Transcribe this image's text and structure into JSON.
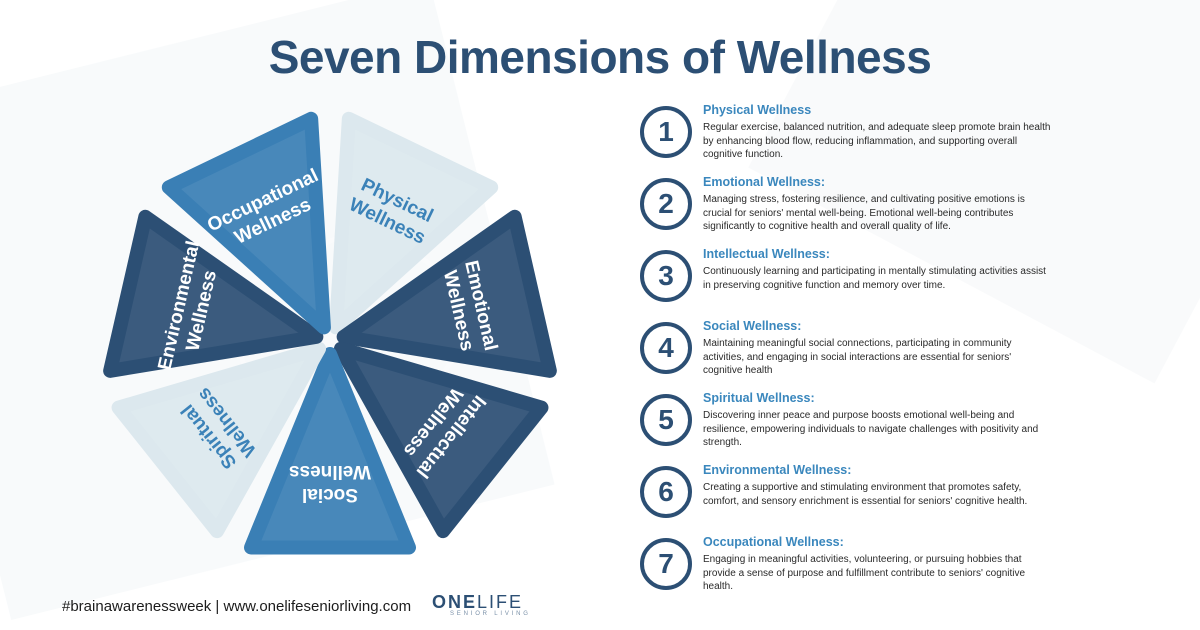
{
  "title": "Seven Dimensions of Wellness",
  "wheel": [
    {
      "line1": "Physical",
      "line2": "Wellness",
      "color": "#dce8ee",
      "text_color": "#3b82b8"
    },
    {
      "line1": "Emotional",
      "line2": "Wellness",
      "color": "#2c4f74",
      "text_color": "#ffffff"
    },
    {
      "line1": "Intellectual",
      "line2": "Wellness",
      "color": "#2c4f74",
      "text_color": "#ffffff"
    },
    {
      "line1": "Social",
      "line2": "Wellness",
      "color": "#3a7fb5",
      "text_color": "#ffffff"
    },
    {
      "line1": "Spiritual",
      "line2": "Wellness",
      "color": "#dce8ee",
      "text_color": "#3b82b8"
    },
    {
      "line1": "Environmental",
      "line2": "Wellness",
      "color": "#2c4f74",
      "text_color": "#ffffff"
    },
    {
      "line1": "Occupational",
      "line2": "Wellness",
      "color": "#3a7fb5",
      "text_color": "#ffffff"
    }
  ],
  "items": [
    {
      "number": "1",
      "title": "Physical Wellness",
      "description": "Regular exercise, balanced nutrition, and adequate sleep promote brain health by enhancing blood flow, reducing inflammation, and supporting overall cognitive function."
    },
    {
      "number": "2",
      "title": "Emotional Wellness:",
      "description": "Managing stress, fostering resilience, and cultivating positive emotions is crucial for seniors' mental well-being. Emotional well-being contributes significantly to cognitive health and overall quality of life."
    },
    {
      "number": "3",
      "title": "Intellectual Wellness:",
      "description": "Continuously learning and participating in mentally stimulating activities assist in preserving cognitive function and memory over time."
    },
    {
      "number": "4",
      "title": "Social Wellness:",
      "description": "Maintaining meaningful social connections, participating in community activities, and engaging in social interactions are essential for seniors' cognitive health"
    },
    {
      "number": "5",
      "title": "Spiritual Wellness:",
      "description": "Discovering inner peace and purpose boosts emotional well-being and resilience, empowering individuals to navigate challenges with positivity and strength."
    },
    {
      "number": "6",
      "title": "Environmental Wellness:",
      "description": "Creating a supportive and stimulating environment that promotes safety, comfort, and sensory enrichment is essential for seniors' cognitive health."
    },
    {
      "number": "7",
      "title": "Occupational Wellness:",
      "description": "Engaging in meaningful activities, volunteering, or pursuing hobbies that provide a sense of purpose and fulfillment contribute to seniors' cognitive health."
    }
  ],
  "footer": {
    "text": "#brainawarenessweek | www.onelifeseniorliving.com"
  },
  "brand": {
    "name_bold": "ONE",
    "name_light": "LIFE",
    "tagline": "SENIOR LIVING"
  },
  "colors": {
    "primary": "#2c4f74",
    "accent": "#3a87bd",
    "light": "#dce8ee"
  }
}
